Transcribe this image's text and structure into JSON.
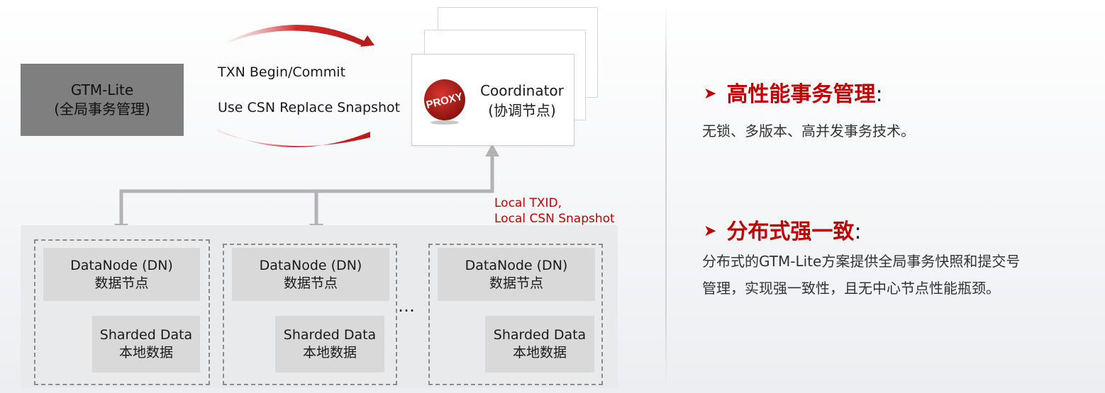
{
  "gtm": {
    "name": "GTM-Lite",
    "subtitle": "(全局事务管理)"
  },
  "txn": {
    "line1": "TXN Begin/Commit",
    "line2": "Use CSN Replace Snapshot"
  },
  "coordinator": {
    "name": "Coordinator",
    "subtitle": "(协调节点)",
    "logo_text": "PROXY"
  },
  "local_note": {
    "line1": "Local TXID,",
    "line2": "Local CSN Snapshot"
  },
  "datanodes": [
    {
      "title": "DataNode (DN)",
      "subtitle": "数据节点",
      "shard_title": "Sharded Data",
      "shard_subtitle": "本地数据"
    },
    {
      "title": "DataNode (DN)",
      "subtitle": "数据节点",
      "shard_title": "Sharded Data",
      "shard_subtitle": "本地数据"
    },
    {
      "title": "DataNode (DN)",
      "subtitle": "数据节点",
      "shard_title": "Sharded Data",
      "shard_subtitle": "本地数据"
    }
  ],
  "ellipsis": "…",
  "features": [
    {
      "title": "高性能事务管理",
      "colon": ":",
      "desc_lines": [
        "无锁、多版本、高并发事务技术。"
      ]
    },
    {
      "title": "分布式强一致",
      "colon": ":",
      "desc_lines": [
        "分布式的GTM-Lite方案提供全局事务快照和提交号",
        "管理，实现强一致性，且无中心节点性能瓶颈。"
      ]
    }
  ],
  "colors": {
    "accent_red": "#c00000",
    "gtm_box": "#7f7f7f",
    "dn_head": "#d9d9d9",
    "connector": "#b3b3b3",
    "arc_red": "#d12a2a",
    "db_blue": "#2aa7d8"
  }
}
